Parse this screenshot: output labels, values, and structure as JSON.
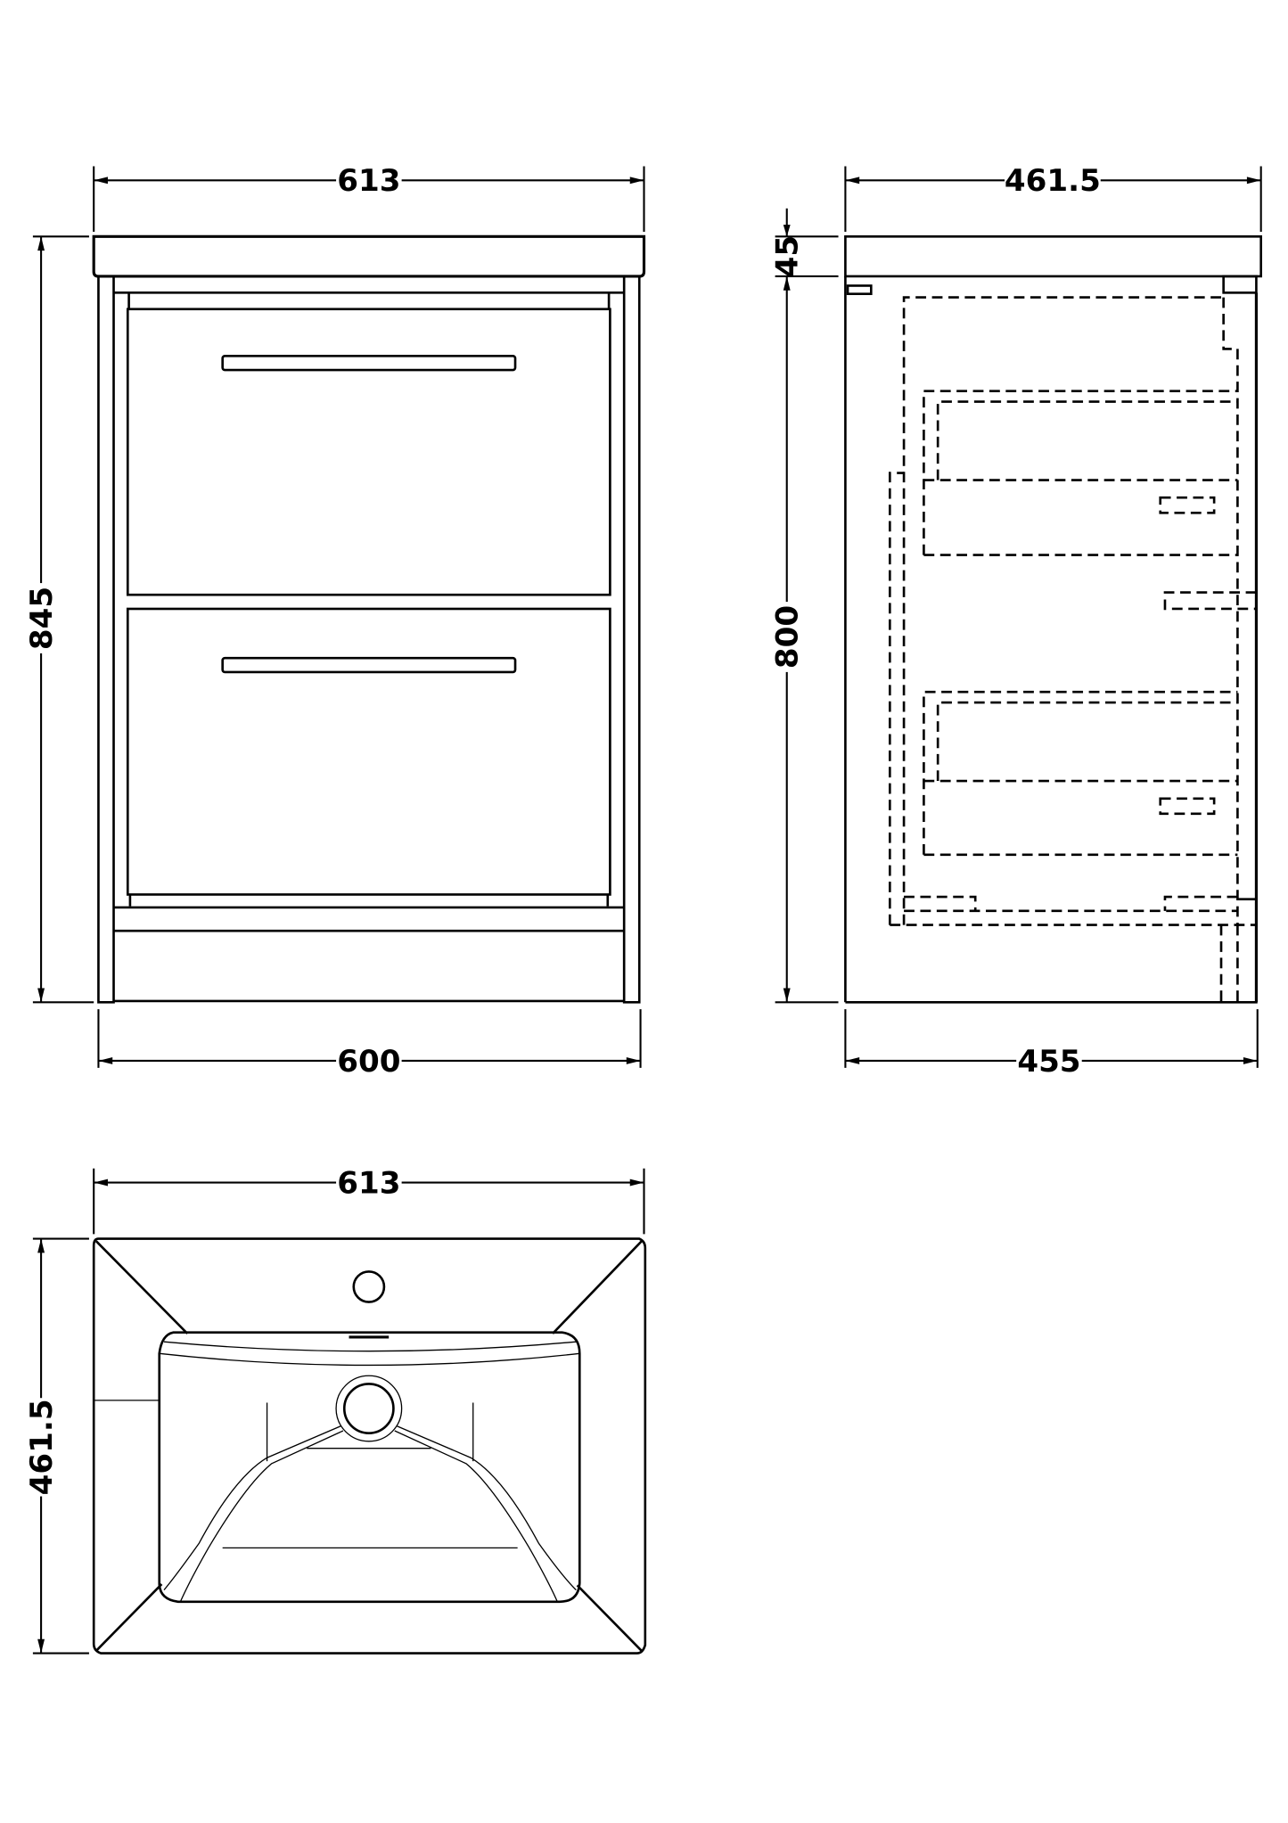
{
  "drawing": {
    "title": "Vanity unit with 2 drawers and basin - technical drawing",
    "units": "mm",
    "line_color": "#000000",
    "background": "#ffffff"
  },
  "front_view": {
    "width_top": "613",
    "width_bottom": "600",
    "height_total": "845",
    "drawers": 2
  },
  "side_view": {
    "depth_top": "461.5",
    "depth_bottom": "455",
    "top_thickness": "45",
    "height_cabinet": "800"
  },
  "plan_view": {
    "width": "613",
    "depth": "461.5"
  }
}
